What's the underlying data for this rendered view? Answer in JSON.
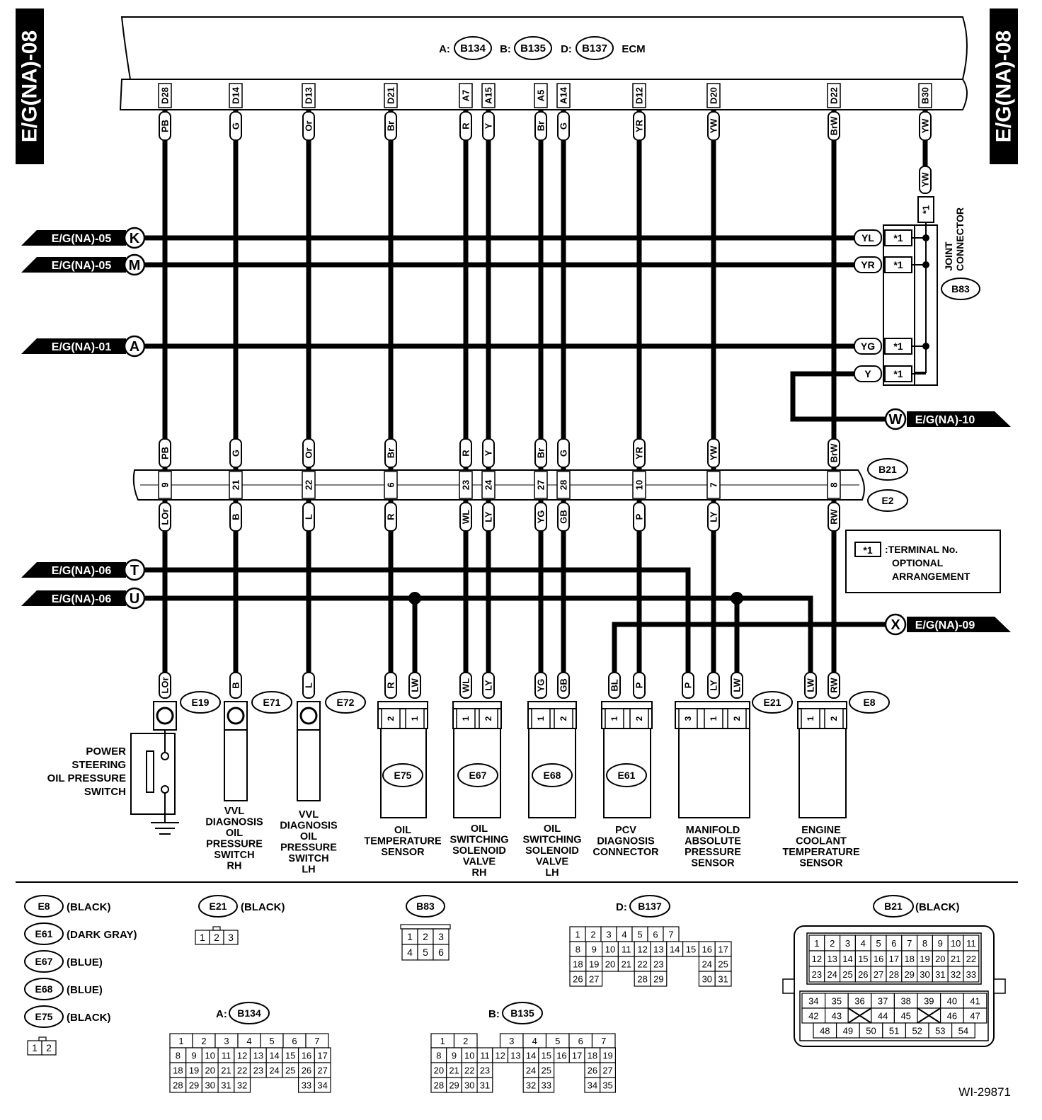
{
  "page": {
    "side_label": "E/G(NA)-08",
    "figure_id": "WI-29871"
  },
  "ecm": {
    "title_parts": [
      "A:",
      "B134",
      "B:",
      "B135",
      "D:",
      "B137",
      "ECM"
    ],
    "pins": [
      {
        "pin": "D28",
        "color": "PB"
      },
      {
        "pin": "D14",
        "color": "G"
      },
      {
        "pin": "D13",
        "color": "Or"
      },
      {
        "pin": "D21",
        "color": "Br"
      },
      {
        "pin": "A7",
        "color": "R"
      },
      {
        "pin": "A15",
        "color": "Y"
      },
      {
        "pin": "A5",
        "color": "Br"
      },
      {
        "pin": "A14",
        "color": "G"
      },
      {
        "pin": "D12",
        "color": "YR"
      },
      {
        "pin": "D20",
        "color": "YW"
      },
      {
        "pin": "D22",
        "color": "BrW"
      },
      {
        "pin": "B30",
        "color": "YW"
      }
    ]
  },
  "refs_left": [
    {
      "label": "E/G(NA)-05",
      "letter": "K"
    },
    {
      "label": "E/G(NA)-05",
      "letter": "M"
    },
    {
      "label": "E/G(NA)-01",
      "letter": "A"
    },
    {
      "label": "E/G(NA)-06",
      "letter": "T"
    },
    {
      "label": "E/G(NA)-06",
      "letter": "U"
    }
  ],
  "refs_right": [
    {
      "label": "E/G(NA)-10",
      "letter": "W"
    },
    {
      "label": "E/G(NA)-09",
      "letter": "X"
    }
  ],
  "joint": {
    "top_wire": "YW",
    "top_term": "*1",
    "rows": [
      {
        "wire": "YL",
        "term": "*1"
      },
      {
        "wire": "YR",
        "term": "*1"
      },
      {
        "wire": "YG",
        "term": "*1"
      },
      {
        "wire": "Y",
        "term": "*1"
      }
    ],
    "label1": "JOINT",
    "label2": "CONNECTOR",
    "id": "B83"
  },
  "note": {
    "key": "*1",
    "lines": [
      ":TERMINAL No.",
      "OPTIONAL",
      "ARRANGEMENT"
    ]
  },
  "b21": {
    "upper_id": "B21",
    "lower_id": "E2",
    "pins": [
      {
        "upper": "PB",
        "num": "9",
        "lower": "LOr"
      },
      {
        "upper": "G",
        "num": "21",
        "lower": "B"
      },
      {
        "upper": "Or",
        "num": "22",
        "lower": "L"
      },
      {
        "upper": "Br",
        "num": "6",
        "lower": "R"
      },
      {
        "upper": "R",
        "num": "23",
        "lower": "WL"
      },
      {
        "upper": "Y",
        "num": "24",
        "lower": "LY"
      },
      {
        "upper": "Br",
        "num": "27",
        "lower": "YG"
      },
      {
        "upper": "G",
        "num": "28",
        "lower": "GB"
      },
      {
        "upper": "YR",
        "num": "10",
        "lower": "P"
      },
      {
        "upper": "YW",
        "num": "7",
        "lower": "LY"
      },
      {
        "upper": "BrW",
        "num": "8",
        "lower": "RW"
      }
    ]
  },
  "devices": {
    "e19": {
      "id": "E19",
      "wire": "LOr",
      "lines": [
        "POWER",
        "STEERING",
        "OIL PRESSURE",
        "SWITCH"
      ]
    },
    "e71": {
      "id": "E71",
      "wire": "B",
      "lines": [
        "VVL",
        "DIAGNOSIS",
        "OIL",
        "PRESSURE",
        "SWITCH",
        "RH"
      ]
    },
    "e72": {
      "id": "E72",
      "wire": "L",
      "lines": [
        "VVL",
        "DIAGNOSIS",
        "OIL",
        "PRESSURE",
        "SWITCH",
        "LH"
      ]
    },
    "e75": {
      "id": "E75",
      "wires": [
        "R",
        "LW"
      ],
      "terms": [
        "2",
        "1"
      ],
      "lines": [
        "OIL",
        "TEMPERATURE",
        "SENSOR"
      ]
    },
    "e67": {
      "id": "E67",
      "wires": [
        "WL",
        "LY"
      ],
      "terms": [
        "1",
        "2"
      ],
      "lines": [
        "OIL",
        "SWITCHING",
        "SOLENOID",
        "VALVE",
        "RH"
      ]
    },
    "e68": {
      "id": "E68",
      "wires": [
        "YG",
        "GB"
      ],
      "terms": [
        "1",
        "2"
      ],
      "lines": [
        "OIL",
        "SWITCHING",
        "SOLENOID",
        "VALVE",
        "LH"
      ]
    },
    "e61": {
      "id": "E61",
      "wires": [
        "BL",
        "P"
      ],
      "terms": [
        "1",
        "2"
      ],
      "lines": [
        "PCV",
        "DIAGNOSIS",
        "CONNECTOR"
      ]
    },
    "e21": {
      "id": "E21",
      "wires": [
        "P",
        "LY",
        "LW"
      ],
      "terms": [
        "3",
        "1",
        "2"
      ],
      "lines": [
        "MANIFOLD",
        "ABSOLUTE",
        "PRESSURE",
        "SENSOR"
      ]
    },
    "e8": {
      "id": "E8",
      "wires": [
        "LW",
        "RW"
      ],
      "terms": [
        "1",
        "2"
      ],
      "lines": [
        "ENGINE",
        "COOLANT",
        "TEMPERATURE",
        "SENSOR"
      ]
    }
  },
  "legend": {
    "colors": [
      {
        "id": "E8",
        "text": "(BLACK)"
      },
      {
        "id": "E61",
        "text": "(DARK GRAY)"
      },
      {
        "id": "E67",
        "text": "(BLUE)"
      },
      {
        "id": "E68",
        "text": "(BLUE)"
      },
      {
        "id": "E75",
        "text": "(BLACK)"
      }
    ],
    "two_pin": [
      "1",
      "2"
    ],
    "e21": {
      "id": "E21",
      "text": "(BLACK)",
      "pins": [
        "1",
        "2",
        "3"
      ]
    },
    "b83": {
      "id": "B83",
      "pins": [
        [
          "1",
          "2",
          "3"
        ],
        [
          "4",
          "5",
          "6"
        ]
      ]
    },
    "b137": {
      "prefix": "D:",
      "id": "B137",
      "rows": [
        [
          "1",
          "2",
          "3",
          "4",
          "5",
          "6",
          "7"
        ],
        [
          "8",
          "9",
          "10",
          "11",
          "12",
          "13",
          "14",
          "15",
          "16",
          "17"
        ],
        [
          "18",
          "19",
          "20",
          "21",
          "22",
          "23",
          "",
          "",
          "24",
          "25"
        ],
        [
          "26",
          "27",
          "",
          "",
          "28",
          "29",
          "",
          "",
          "30",
          "31"
        ]
      ]
    },
    "b134": {
      "prefix": "A:",
      "id": "B134",
      "rows": [
        [
          "1",
          "2",
          "3",
          "4",
          "5",
          "6",
          "7"
        ],
        [
          "8",
          "9",
          "10",
          "11",
          "12",
          "13",
          "14",
          "15",
          "16",
          "17"
        ],
        [
          "18",
          "19",
          "20",
          "21",
          "22",
          "23",
          "24",
          "25",
          "26",
          "27"
        ],
        [
          "28",
          "29",
          "30",
          "31",
          "32",
          "",
          "",
          "",
          "33",
          "34"
        ]
      ]
    },
    "b135": {
      "prefix": "B:",
      "id": "B135",
      "rows": [
        [
          "1",
          "2",
          "",
          "3",
          "4",
          "5",
          "6",
          "7"
        ],
        [
          "8",
          "9",
          "10",
          "11",
          "12",
          "13",
          "14",
          "15",
          "16",
          "17",
          "18",
          "19"
        ],
        [
          "20",
          "21",
          "22",
          "23",
          "",
          "",
          "24",
          "25",
          "",
          "",
          "26",
          "27"
        ],
        [
          "28",
          "29",
          "30",
          "31",
          "",
          "",
          "32",
          "33",
          "",
          "",
          "34",
          "35"
        ]
      ]
    },
    "b21": {
      "id": "B21",
      "text": "(BLACK)",
      "rows": [
        [
          "1",
          "2",
          "3",
          "4",
          "5",
          "6",
          "7",
          "8",
          "9",
          "10",
          "11"
        ],
        [
          "12",
          "13",
          "14",
          "15",
          "16",
          "17",
          "18",
          "19",
          "20",
          "21",
          "22"
        ],
        [
          "23",
          "24",
          "25",
          "26",
          "27",
          "28",
          "29",
          "30",
          "31",
          "32",
          "33"
        ]
      ],
      "lower": [
        [
          "34",
          "35",
          "36",
          "37",
          "38",
          "39",
          "40",
          "41"
        ],
        [
          "42",
          "43",
          "X",
          "44",
          "45",
          "X",
          "46",
          "47"
        ],
        [
          "48",
          "49",
          "50",
          "51",
          "52",
          "53",
          "54"
        ]
      ]
    }
  }
}
